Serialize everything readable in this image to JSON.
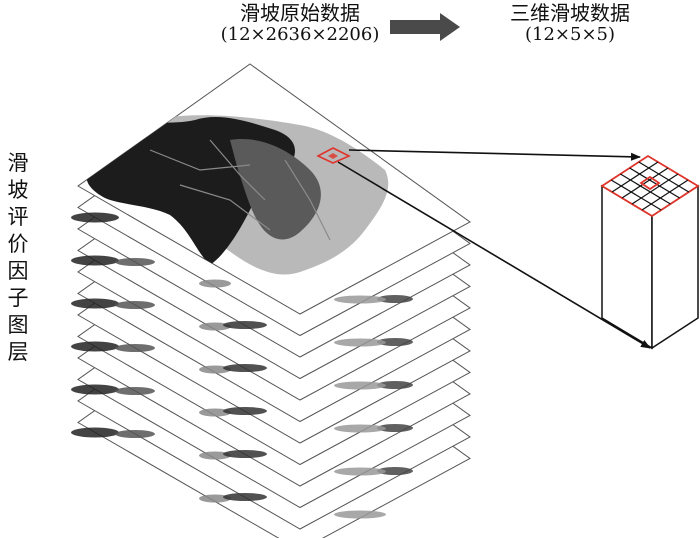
{
  "source_data": {
    "title": "滑坡原始数据",
    "dims": "(12×2636×2206)"
  },
  "target_data": {
    "title": "三维滑坡数据",
    "dims": "(12×5×5)"
  },
  "layer_stack": {
    "label_chars": [
      "滑",
      "坡",
      "评",
      "价",
      "因",
      "子",
      "图",
      "层"
    ],
    "layer_count": 12
  },
  "colors": {
    "arrow": "#4a4a4a",
    "highlight": "#e0332a",
    "grid": "#111111"
  },
  "icons": {
    "flow_arrow": "right-block-arrow-icon"
  }
}
